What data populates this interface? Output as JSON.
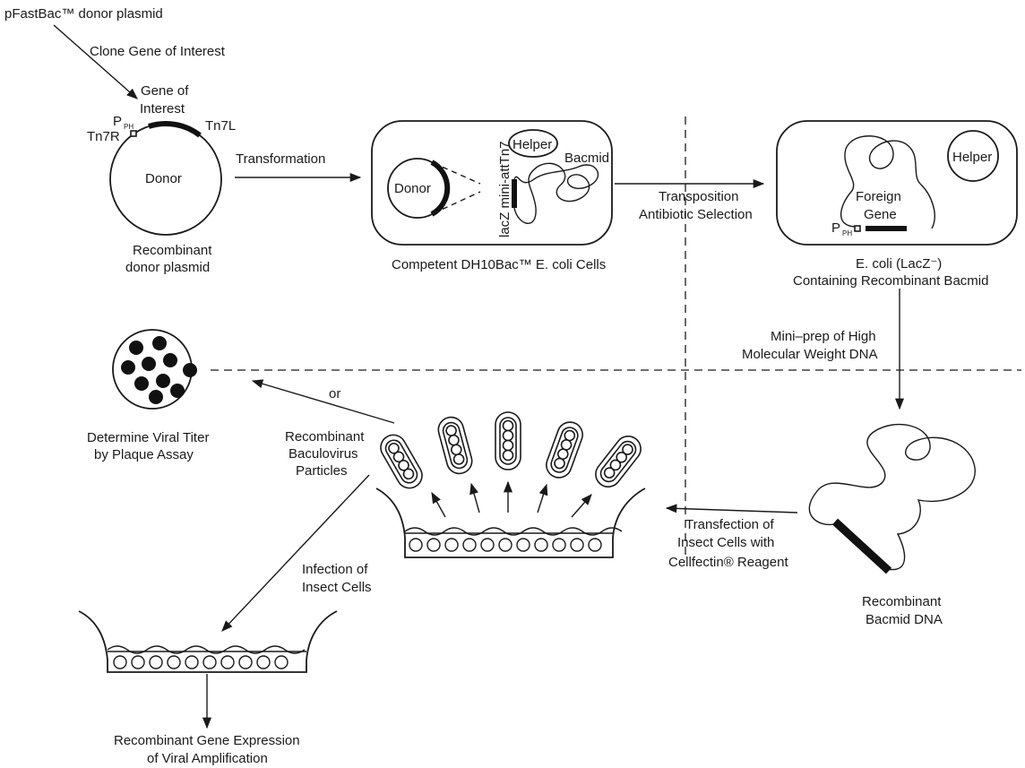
{
  "diagram": {
    "labels": {
      "pfastbac": "pFastBac™ donor plasmid",
      "clone_gene": "Clone Gene of Interest",
      "gene_of": "Gene of",
      "interest": "Interest",
      "p_ph": "P",
      "ph_sub": "PH",
      "tn7r": "Tn7R",
      "tn7l": "Tn7L",
      "donor": "Donor",
      "recombinant_donor_1": "Recombinant",
      "recombinant_donor_2": "donor plasmid",
      "transformation": "Transformation",
      "donor_in_cell": "Donor",
      "helper_1": "Helper",
      "bacmid": "Bacmid",
      "lacz_mini": "lacZ mini-attTn7",
      "competent_cells": "Competent DH10Bac™ E. coli Cells",
      "transposition": "Transposition",
      "antibiotic": "Antibiotic Selection",
      "helper_2": "Helper",
      "foreign": "Foreign",
      "gene": "Gene",
      "p_ph_2": "P",
      "ph_sub_2": "PH",
      "ecoli_lacz": "E. coli (LacZ⁻)",
      "containing": "Containing Recombinant Bacmid",
      "miniprep_1": "Mini–prep of High",
      "miniprep_2": "Molecular Weight DNA",
      "viral_titer_1": "Determine Viral Titer",
      "viral_titer_2": "by Plaque Assay",
      "or": "or",
      "baculo_1": "Recombinant",
      "baculo_2": "Baculovirus",
      "baculo_3": "Particles",
      "transfection_1": "Transfection of",
      "transfection_2": "Insect Cells with",
      "transfection_3": "Cellfectin® Reagent",
      "recomb_bacmid_1": "Recombinant",
      "recomb_bacmid_2": "Bacmid DNA",
      "infection_1": "Infection of",
      "infection_2": "Insect Cells",
      "expression_1": "Recombinant Gene Expression",
      "expression_2": "of Viral Amplification"
    },
    "colors": {
      "ink": "#1a1a1a",
      "background": "#ffffff"
    }
  }
}
